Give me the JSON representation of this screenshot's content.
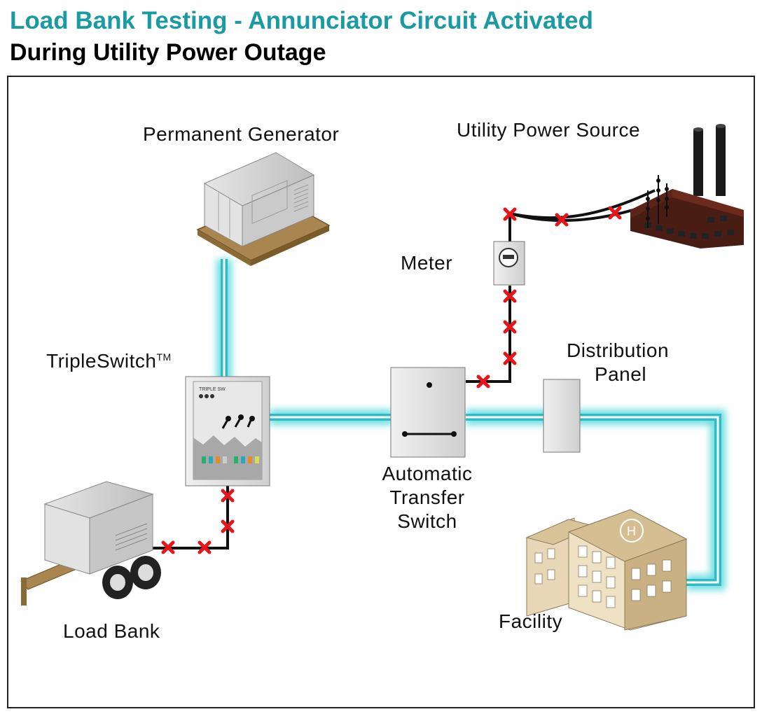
{
  "title": "Load Bank Testing - Annunciator Circuit Activated",
  "subtitle": "During Utility Power Outage",
  "labels": {
    "generator": "Permanent Generator",
    "utility": "Utility Power Source",
    "meter": "Meter",
    "tripleswitch": "TripleSwitch",
    "tripleswitch_tm": "TM",
    "distribution_line1": "Distribution",
    "distribution_line2": "Panel",
    "ats_line1": "Automatic",
    "ats_line2": "Transfer",
    "ats_line3": "Switch",
    "facility": "Facility",
    "loadbank": "Load Bank"
  },
  "colors": {
    "title_teal": "#1a9aa3",
    "active_glow": "#3fd3d8",
    "inactive_line": "#111111",
    "break_marker": "#e8141b",
    "pallet": "#a9864f"
  }
}
